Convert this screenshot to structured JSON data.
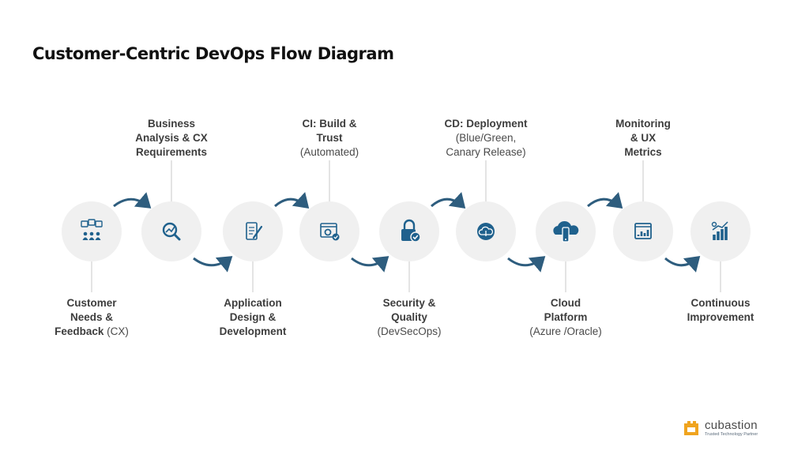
{
  "title": "Customer-Centric DevOps Flow Diagram",
  "colors": {
    "icon_blue": "#1f618d",
    "arrow_blue": "#2e5d7e",
    "circle_fill": "#f0f0f0",
    "connector": "#c8c8c8",
    "logo_orange": "#f0a41f"
  },
  "steps": [
    {
      "icon": "customer-feedback-icon",
      "position": "bottom",
      "label_bold": [
        "Customer",
        "Needs &",
        "Feedback"
      ],
      "label_plain": " (CX)"
    },
    {
      "icon": "analysis-magnifier-icon",
      "position": "top",
      "label_bold": [
        "Business",
        "Analysis & CX",
        "Requirements"
      ],
      "label_plain": ""
    },
    {
      "icon": "app-design-icon",
      "position": "bottom",
      "label_bold": [
        "Application",
        "Design &",
        "Development"
      ],
      "label_plain": ""
    },
    {
      "icon": "ci-build-icon",
      "position": "top",
      "label_bold": [
        "CI: Build &",
        "Trust"
      ],
      "label_plain": "(Automated)"
    },
    {
      "icon": "security-lock-icon",
      "position": "bottom",
      "label_bold": [
        "Security &",
        "Quality"
      ],
      "label_plain": "(DevSecOps)"
    },
    {
      "icon": "deployment-cloud-icon",
      "position": "top",
      "label_bold": [
        "CD: Deployment"
      ],
      "label_plain": "(Blue/Green,\nCanary Release)"
    },
    {
      "icon": "cloud-platform-icon",
      "position": "bottom",
      "label_bold": [
        "Cloud",
        "Platform"
      ],
      "label_plain": "(Azure /Oracle)"
    },
    {
      "icon": "monitoring-dashboard-icon",
      "position": "top",
      "label_bold": [
        "Monitoring",
        "& UX",
        "Metrics"
      ],
      "label_plain": ""
    },
    {
      "icon": "continuous-improvement-icon",
      "position": "bottom",
      "label_bold": [
        "Continuous",
        "Improvement"
      ],
      "label_plain": ""
    }
  ],
  "logo": {
    "name": "cubastion",
    "tagline": "Trusted Technology Partner"
  }
}
